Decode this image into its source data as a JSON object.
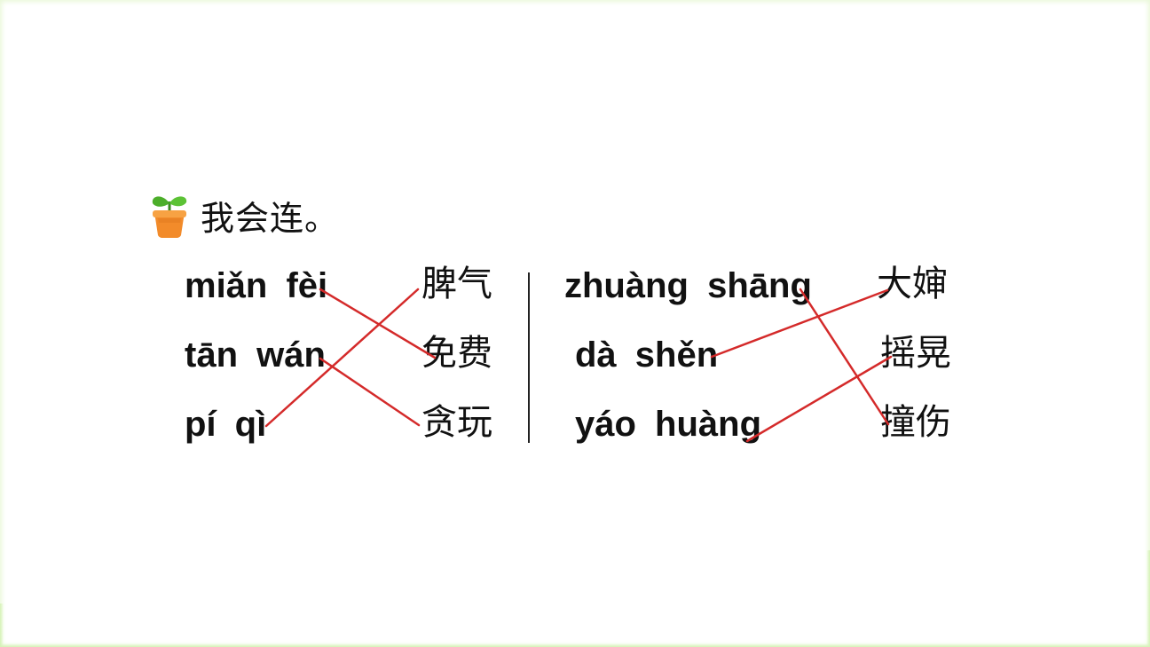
{
  "heading": {
    "icon": "sprout-pot-icon",
    "text": "我会连。"
  },
  "left_group": {
    "pinyin": [
      "miǎn fèi",
      "tān wán",
      "pí qì"
    ],
    "words": [
      "脾气",
      "免费",
      "贪玩"
    ]
  },
  "right_group": {
    "pinyin": [
      "zhuàng shāng",
      "dà shěn",
      "yáo huàng"
    ],
    "words": [
      "大婶",
      "摇晃",
      "撞伤"
    ]
  },
  "connections": [
    {
      "from": "miǎn fèi",
      "to": "免费"
    },
    {
      "from": "tān wán",
      "to": "贪玩"
    },
    {
      "from": "pí qì",
      "to": "脾气"
    },
    {
      "from": "zhuàng shāng",
      "to": "撞伤"
    },
    {
      "from": "dà shěn",
      "to": "大婶"
    },
    {
      "from": "yáo huàng",
      "to": "摇晃"
    }
  ],
  "colors": {
    "line": "#d42a2a",
    "text": "#111111",
    "frame": "#d6f3b8"
  }
}
